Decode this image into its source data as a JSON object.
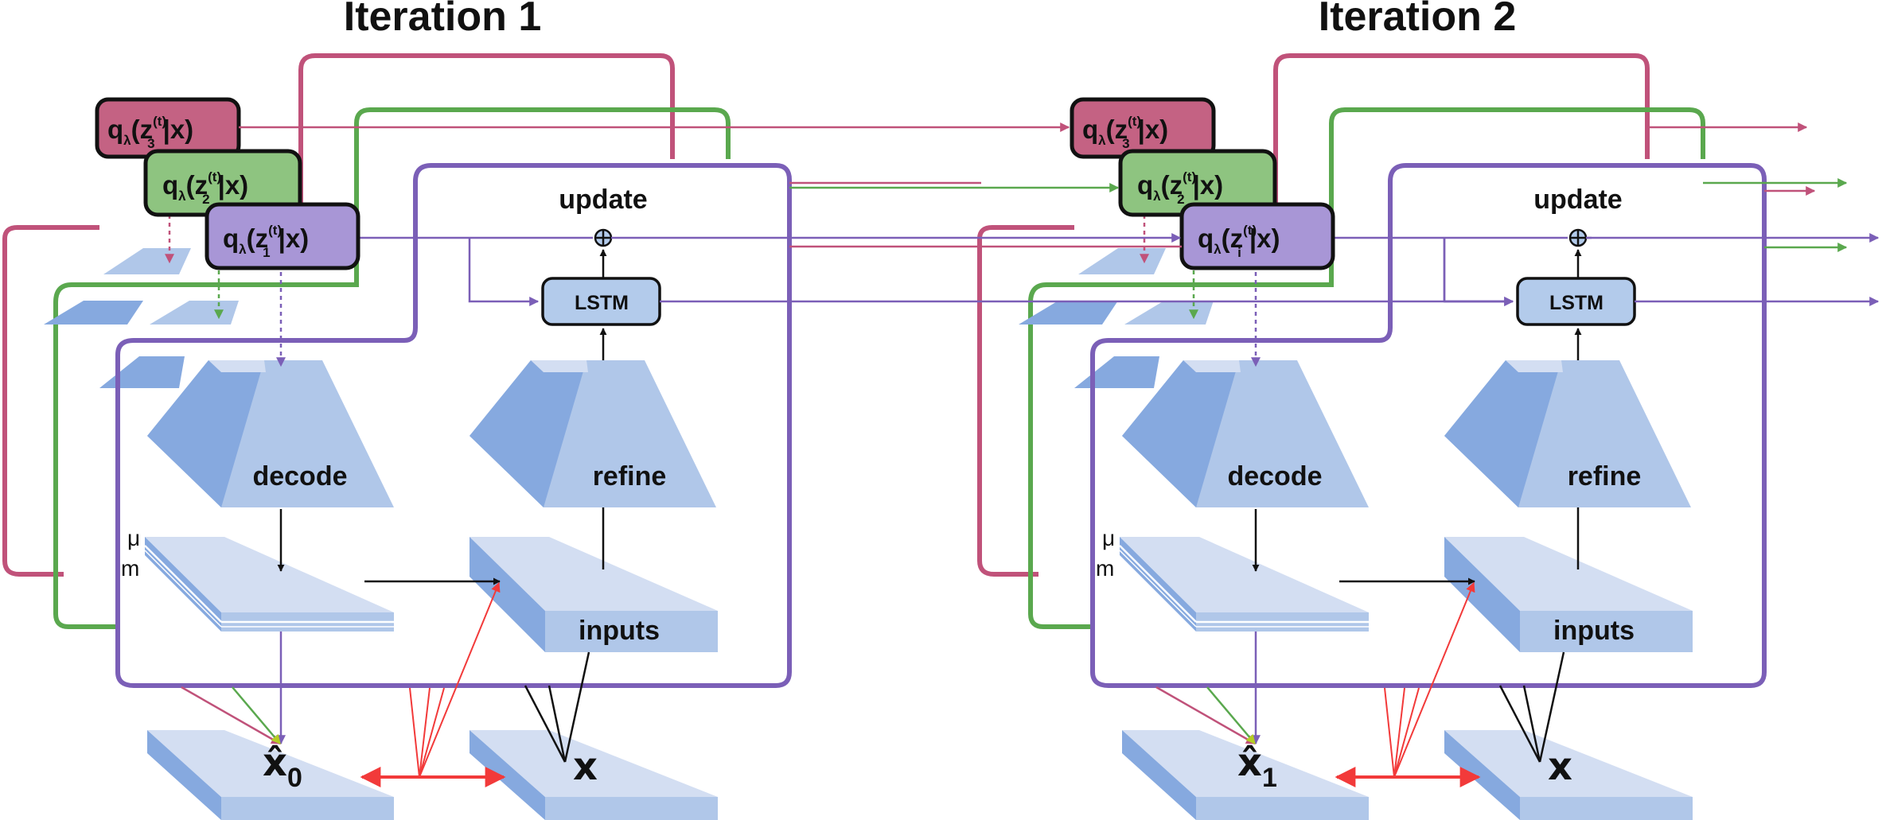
{
  "colors": {
    "q3": "#c0527a",
    "q2": "#5aa84e",
    "q1": "#7b5fb7",
    "q3_fill": "#c46283",
    "q2_fill": "#8ec480",
    "q1_fill": "#a896d6",
    "block_light": "#d3def2",
    "block_mid": "#b0c7e9",
    "block_dark": "#86a9df",
    "lstm_fill": "#b3cbeb",
    "red_arrow": "#f23a3a"
  },
  "iterations": [
    {
      "title": "Iteration 1",
      "q3": {
        "pre": "q",
        "lam": "λ",
        "open": "(z",
        "sub": "3",
        "sup": "(t)",
        "close": "|x)"
      },
      "q2": {
        "pre": "q",
        "lam": "λ",
        "open": "(z",
        "sub": "2",
        "sup": "(t)",
        "close": "|x)"
      },
      "q1": {
        "pre": "q",
        "lam": "λ",
        "open": "(z",
        "sub": "1",
        "sup": "(t)",
        "close": "|x)"
      },
      "update_label": "update",
      "lstm_label": "LSTM",
      "decode_label": "decode",
      "refine_label": "refine",
      "inputs_label": "inputs",
      "mu_label": "μ",
      "m_label": "m",
      "xhat_label": "x̂",
      "xhat_sub": "0",
      "x_label": "x"
    },
    {
      "title": "Iteration 2",
      "q3": {
        "pre": "q",
        "lam": "λ",
        "open": "(z",
        "sub": "3",
        "sup": "(t)",
        "close": "|x)"
      },
      "q2": {
        "pre": "q",
        "lam": "λ",
        "open": "(z",
        "sub": "2",
        "sup": "(t)",
        "close": "|x)"
      },
      "q1": {
        "pre": "q",
        "lam": "λ",
        "open": "(z",
        "sub": "i",
        "sup": "(t)",
        "close": "|x)"
      },
      "update_label": "update",
      "lstm_label": "LSTM",
      "decode_label": "decode",
      "refine_label": "refine",
      "inputs_label": "inputs",
      "mu_label": "μ",
      "m_label": "m",
      "xhat_label": "x̂",
      "xhat_sub": "1",
      "x_label": "x"
    }
  ]
}
